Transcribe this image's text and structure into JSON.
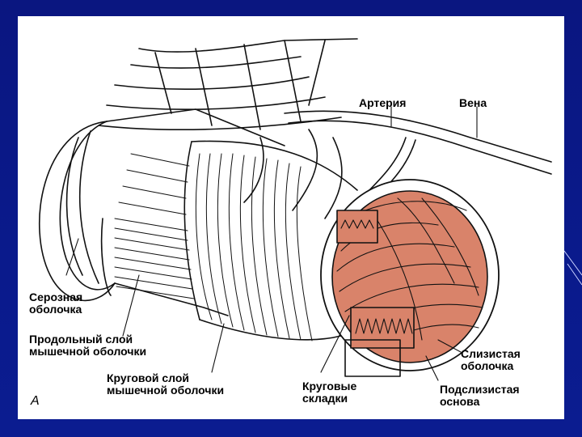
{
  "labels": {
    "artery": "Артерия",
    "vein": "Вена",
    "serosa": [
      "Серозная",
      "оболочка"
    ],
    "longitudinal": [
      "Продольный слой",
      "мышечной оболочки"
    ],
    "circular": [
      "Круговой слой",
      "мышечной оболочки"
    ],
    "folds": [
      "Круговые",
      "складки"
    ],
    "mucosa": [
      "Слизистая",
      "оболочка"
    ],
    "submucosa": [
      "Подслизистая",
      "основа"
    ],
    "figure_letter": "А"
  },
  "colors": {
    "background": "#0a1a8c",
    "panel": "#ffffff",
    "mucosa_fill": "#d9836a",
    "line": "#111111"
  }
}
